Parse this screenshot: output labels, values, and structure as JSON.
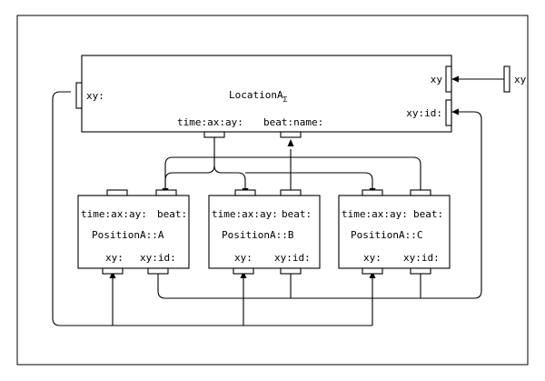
{
  "diagram": {
    "location": {
      "name_main": "LocationA",
      "name_sub": "Σ",
      "port_left": "xy:",
      "port_right_top": "xy",
      "port_right_bottom": "xy:id:",
      "port_bottom_left": "time:ax:ay:",
      "port_bottom_right": "beat:name:"
    },
    "external_input": {
      "label": "xy"
    },
    "positions": [
      {
        "name": "PositionA::A",
        "top_left": "time:ax:ay:",
        "top_right": "beat:",
        "bottom_left": "xy:",
        "bottom_right": "xy:id:"
      },
      {
        "name": "PositionA::B",
        "top_left": "time:ax:ay:",
        "top_right": "beat:",
        "bottom_left": "xy:",
        "bottom_right": "xy:id:"
      },
      {
        "name": "PositionA::C",
        "top_left": "time:ax:ay:",
        "top_right": "beat:",
        "bottom_left": "xy:",
        "bottom_right": "xy:id:"
      }
    ]
  }
}
